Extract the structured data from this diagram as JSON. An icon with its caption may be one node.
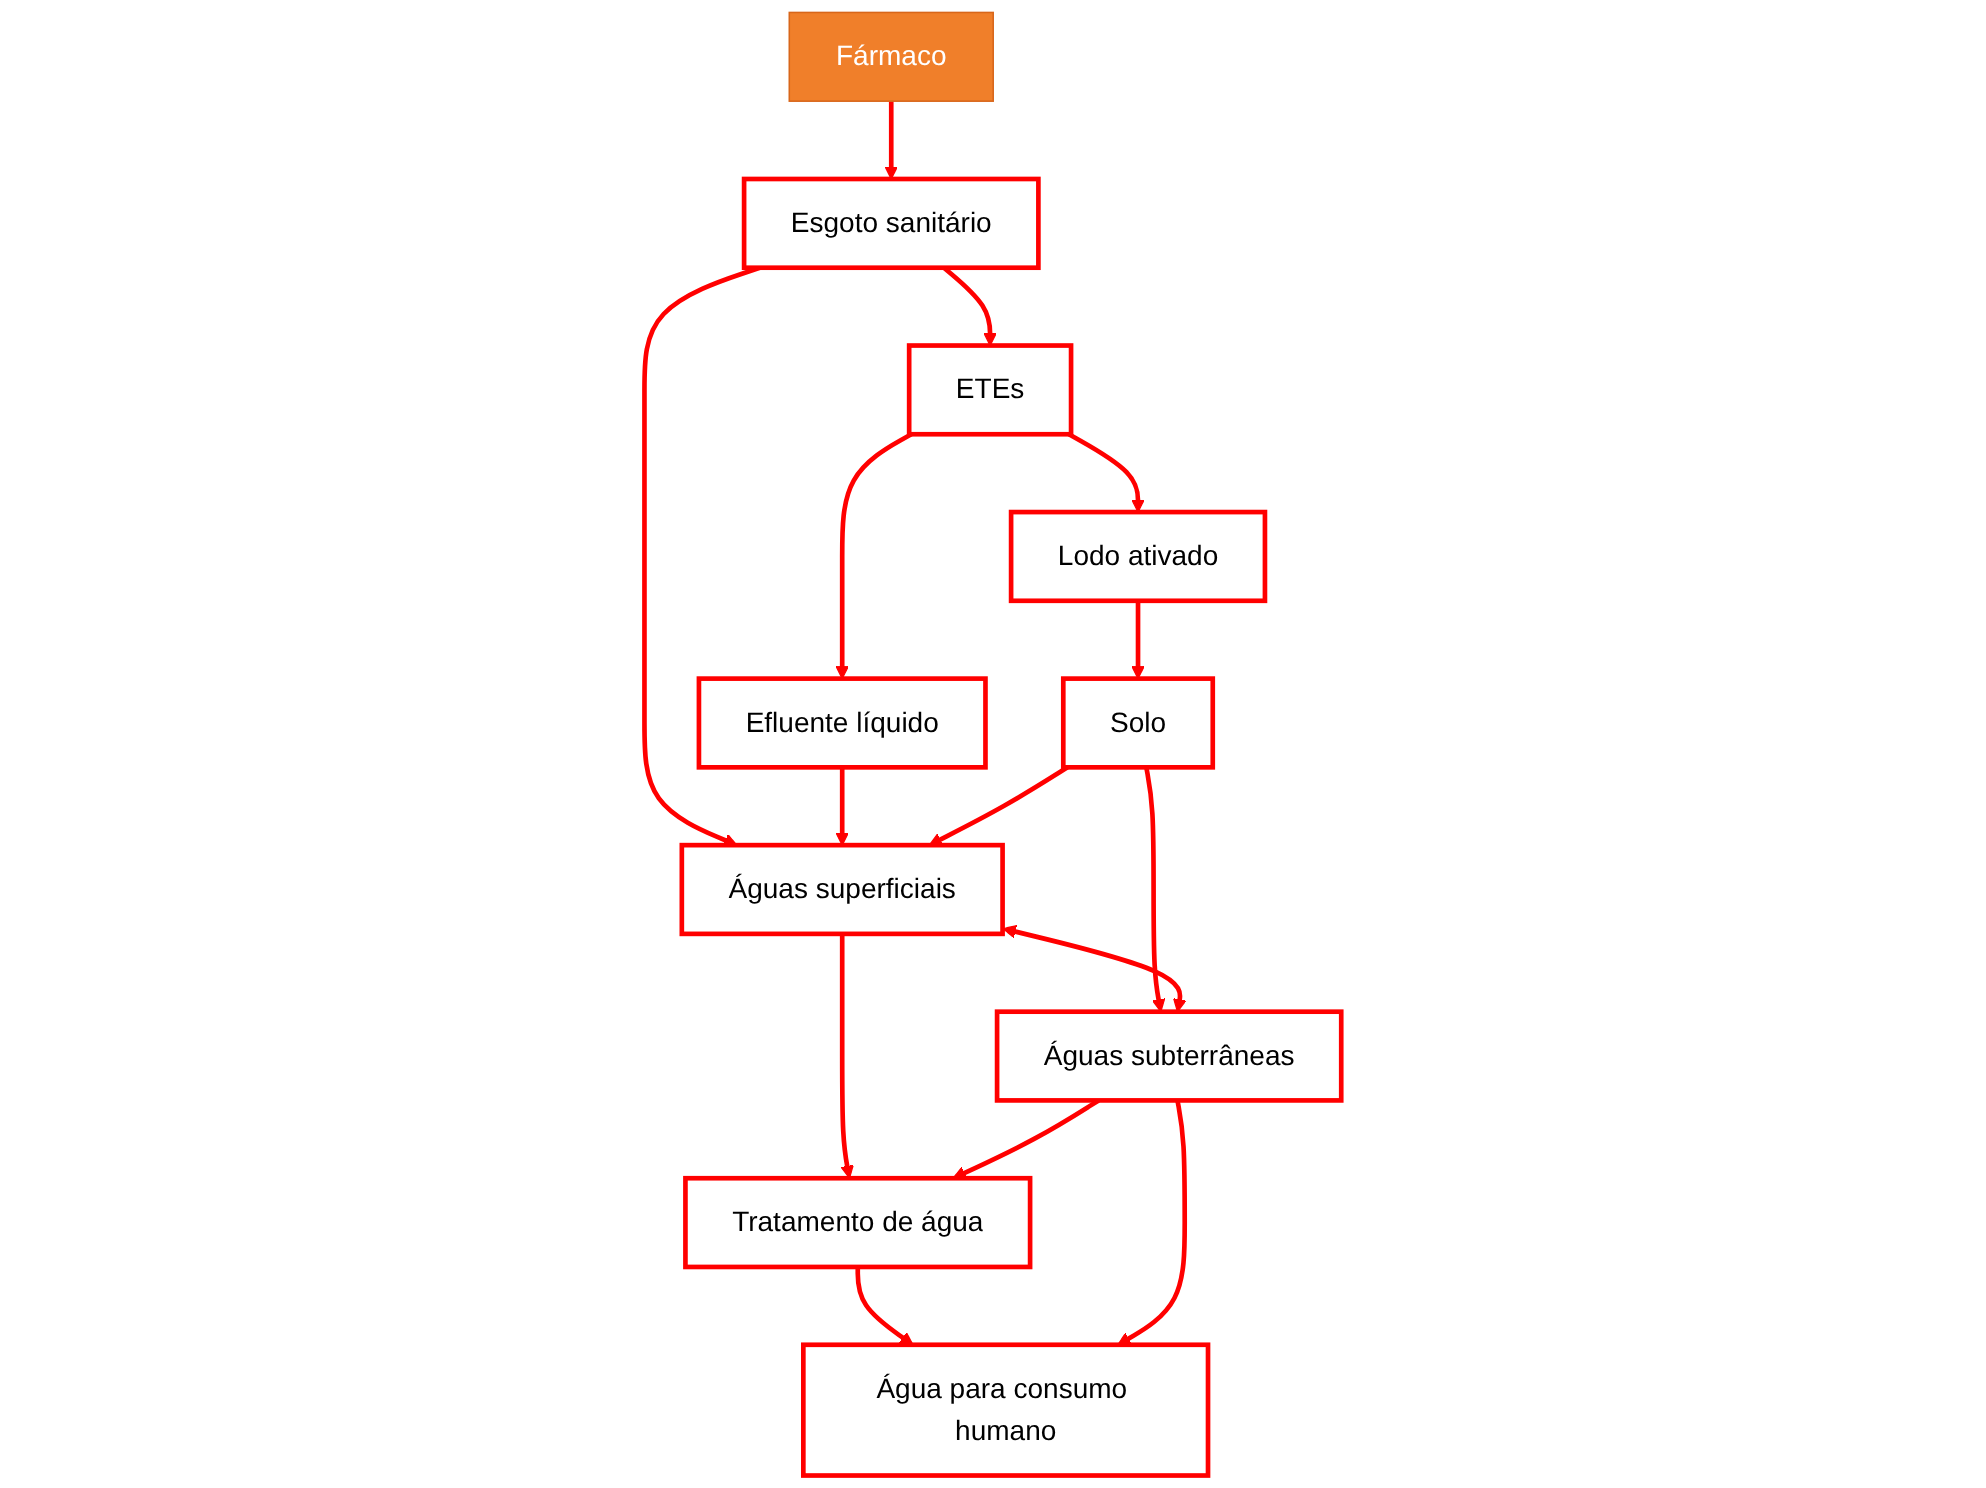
{
  "diagram": {
    "nodes": [
      {
        "text": [
          "Fármaco"
        ]
      },
      {
        "text": [
          "Esgoto sanitário"
        ]
      },
      {
        "text": [
          "ETEs"
        ]
      },
      {
        "text": [
          "Efluente líquido"
        ]
      },
      {
        "text": [
          "Lodo ativado"
        ]
      },
      {
        "text": [
          "Solo"
        ]
      },
      {
        "text": [
          "Águas superficiais"
        ]
      },
      {
        "text": [
          "Águas subterrâneas"
        ]
      },
      {
        "text": [
          "Tratamento de água"
        ]
      },
      {
        "text": [
          "Água para consumo humano"
        ]
      }
    ],
    "edges": [
      {
        "from": 0,
        "to": 1,
        "arrow": "to"
      },
      {
        "from": 1,
        "to": 2,
        "arrow": "to"
      },
      {
        "from": 1,
        "to": 6,
        "arrow": "to"
      },
      {
        "from": 2,
        "to": 3,
        "arrow": "to"
      },
      {
        "from": 2,
        "to": 4,
        "arrow": "to"
      },
      {
        "from": 3,
        "to": 6,
        "arrow": "to"
      },
      {
        "from": 4,
        "to": 5,
        "arrow": "to"
      },
      {
        "from": 5,
        "to": 6,
        "arrow": "to"
      },
      {
        "from": 5,
        "to": 7,
        "arrow": "to"
      },
      {
        "from": 6,
        "to": 7,
        "arrow": "both"
      },
      {
        "from": 6,
        "to": 8,
        "arrow": "to"
      },
      {
        "from": 7,
        "to": 8,
        "arrow": "to"
      },
      {
        "from": 8,
        "to": 9,
        "arrow": "to"
      },
      {
        "from": 7,
        "to": 9,
        "arrow": "to"
      }
    ]
  }
}
